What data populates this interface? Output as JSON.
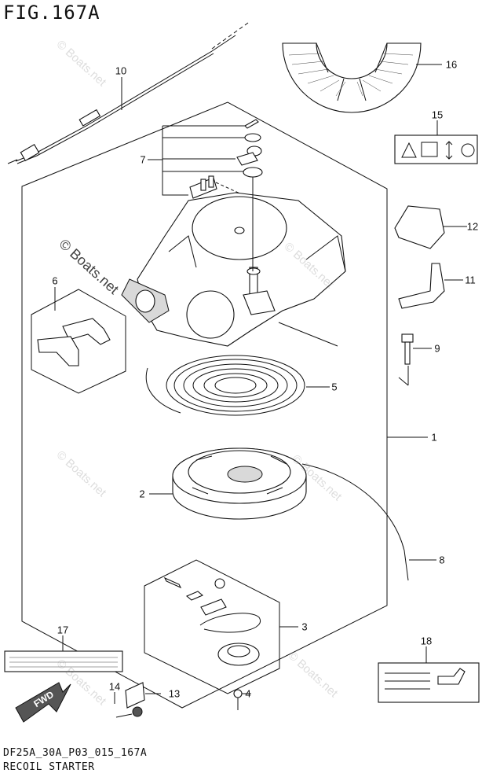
{
  "figure": {
    "title": "FIG.167A",
    "code": "DF25A_30A_P03_015_167A",
    "name": "RECOIL STARTER"
  },
  "callouts": [
    "1",
    "2",
    "3",
    "4",
    "5",
    "6",
    "7",
    "8",
    "9",
    "10",
    "11",
    "12",
    "13",
    "14",
    "15",
    "16",
    "17",
    "18"
  ],
  "badges": {
    "fwd": "FWD"
  },
  "watermark": {
    "text": "© Boats.net"
  }
}
